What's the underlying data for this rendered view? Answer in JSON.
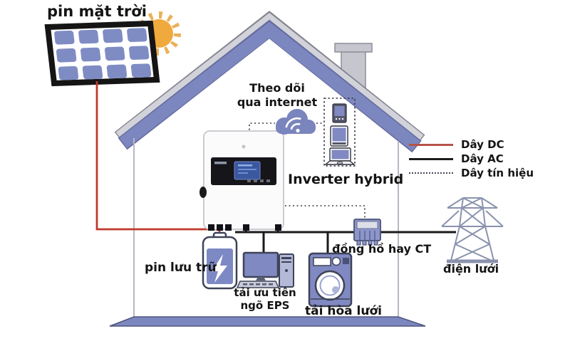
{
  "labels": {
    "solar_panel": "pin mặt trời",
    "monitoring_line1": "Theo dõi",
    "monitoring_line2": "qua internet",
    "inverter": "Inverter hybrid",
    "battery": "pin lưu trữ",
    "eps_load_line1": "tải ưu tiên",
    "eps_load_line2": "ngõ EPS",
    "grid_load": "tải hòa lưới",
    "meter": "đồng hồ hay CT",
    "grid": "điện lưới"
  },
  "legend": {
    "items": [
      {
        "label": "Dây DC",
        "line_style": "solid",
        "color": "#b4544a"
      },
      {
        "label": "Dây AC",
        "line_style": "solid",
        "color": "#1c1c1c"
      },
      {
        "label": "Dây tín hiệu",
        "line_style": "dotted",
        "color": "#46465a"
      }
    ]
  },
  "colors": {
    "accent_blue": "#7d87bf",
    "device_outline": "#3e4358",
    "dc_wire": "#c0392b",
    "ac_wire": "#1a1a1a",
    "signal_wire": "#3a3a44",
    "sun": "#f0a93c",
    "roof_gray": "#d2d3da"
  }
}
